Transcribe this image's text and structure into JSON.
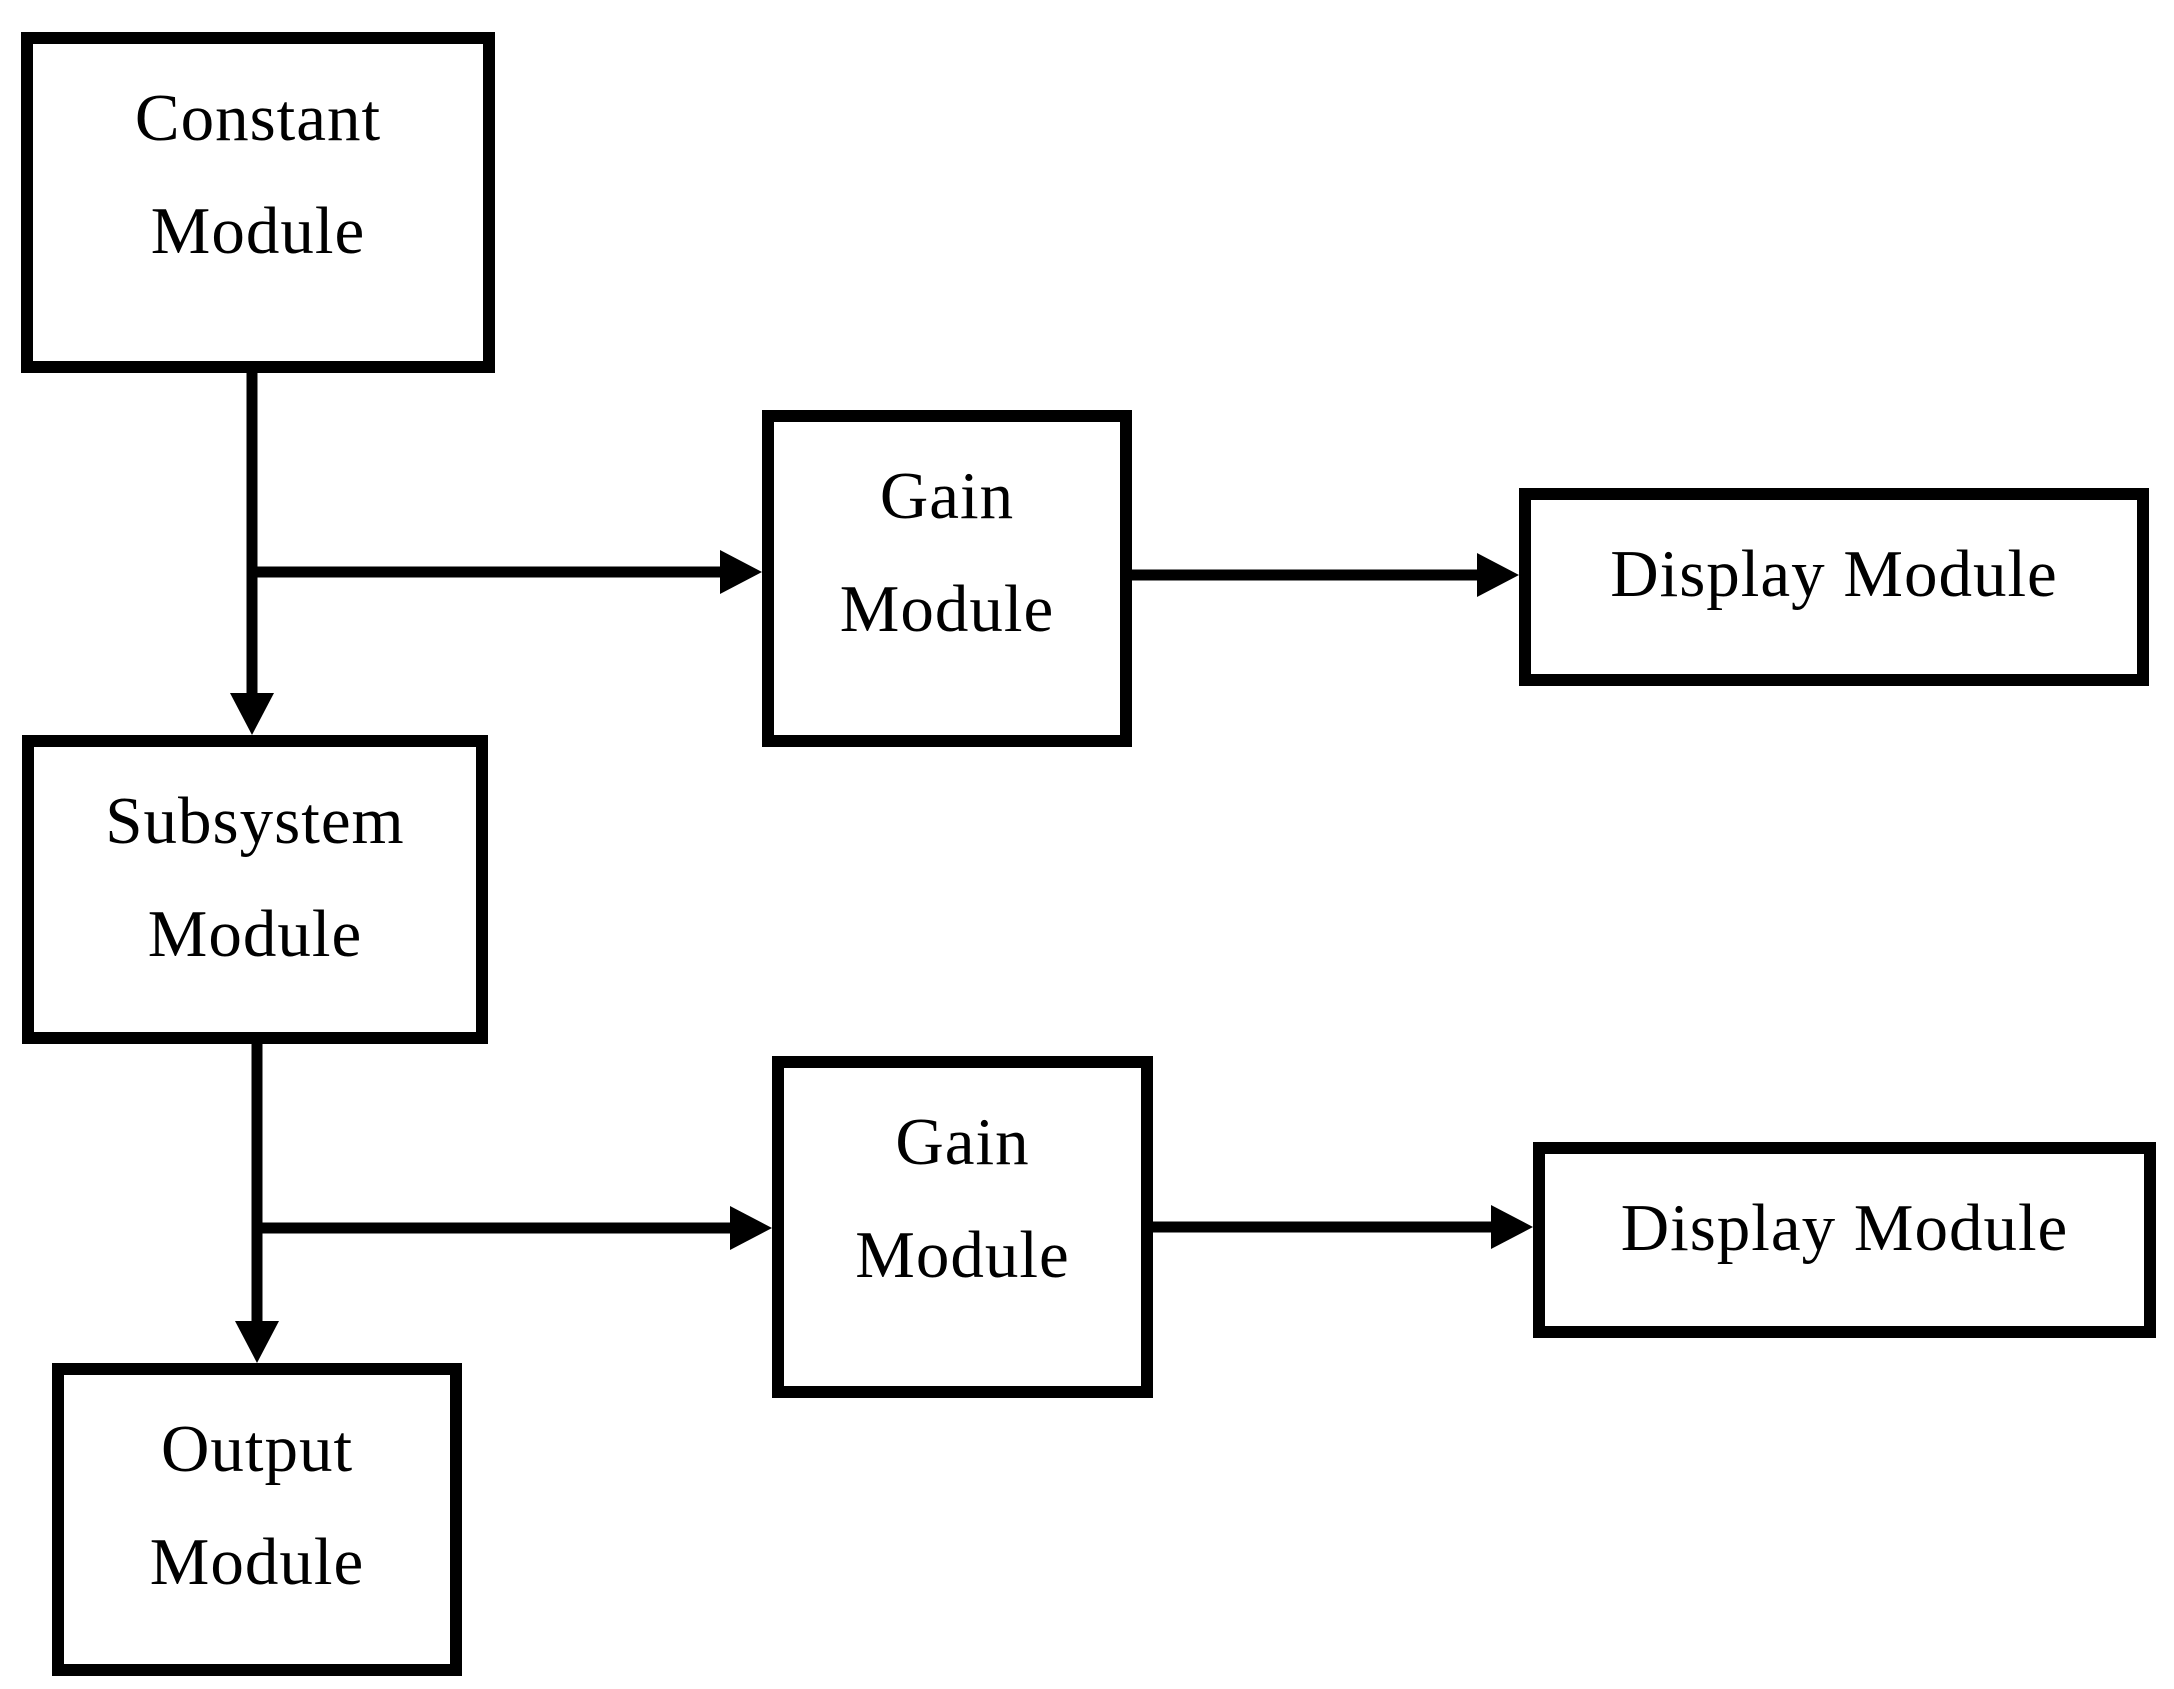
{
  "diagram": {
    "background_color": "#ffffff",
    "stroke_color": "#000000",
    "nodes": [
      {
        "id": "constant-module",
        "label_lines": [
          "Constant",
          "Module"
        ]
      },
      {
        "id": "gain-module-top",
        "label_lines": [
          "Gain",
          "Module"
        ]
      },
      {
        "id": "display-module-top",
        "label_lines": [
          "Display Module"
        ]
      },
      {
        "id": "subsystem-module",
        "label_lines": [
          "Subsystem",
          "Module"
        ]
      },
      {
        "id": "gain-module-bottom",
        "label_lines": [
          "Gain",
          "Module"
        ]
      },
      {
        "id": "display-module-bottom",
        "label_lines": [
          "Display Module"
        ]
      },
      {
        "id": "output-module",
        "label_lines": [
          "Output",
          "Module"
        ]
      }
    ],
    "edges": [
      {
        "from": "constant-module",
        "to": "subsystem-module"
      },
      {
        "from": "constant-module",
        "to": "gain-module-top"
      },
      {
        "from": "gain-module-top",
        "to": "display-module-top"
      },
      {
        "from": "subsystem-module",
        "to": "output-module"
      },
      {
        "from": "subsystem-module",
        "to": "gain-module-bottom"
      },
      {
        "from": "gain-module-bottom",
        "to": "display-module-bottom"
      }
    ]
  }
}
